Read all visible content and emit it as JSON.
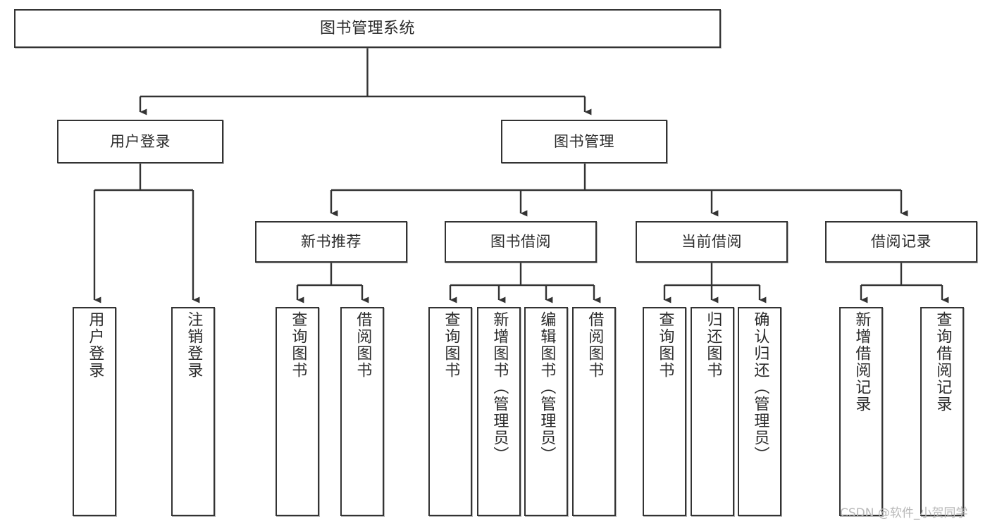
{
  "diagram": {
    "type": "tree-hierarchy",
    "title": "图书管理系统",
    "watermark": "CSDN @软件_小贺同学",
    "colors": {
      "box_border": "#333333",
      "box_fill": "#ffffff",
      "connector": "#333333",
      "text": "#2b2b2b",
      "watermark": "#b9b9b9"
    },
    "levels": {
      "level1": [
        {
          "id": "root",
          "label": "图书管理系统",
          "orientation": "horizontal"
        }
      ],
      "level2": [
        {
          "id": "user-login",
          "label": "用户登录",
          "orientation": "horizontal"
        },
        {
          "id": "book-manage",
          "label": "图书管理",
          "orientation": "horizontal"
        }
      ],
      "level3": [
        {
          "id": "new-book-rec",
          "label": "新书推荐",
          "orientation": "horizontal",
          "parent": "book-manage"
        },
        {
          "id": "book-borrow",
          "label": "图书借阅",
          "orientation": "horizontal",
          "parent": "book-manage"
        },
        {
          "id": "current-borrow",
          "label": "当前借阅",
          "orientation": "horizontal",
          "parent": "book-manage"
        },
        {
          "id": "borrow-record",
          "label": "借阅记录",
          "orientation": "horizontal",
          "parent": "book-manage"
        }
      ],
      "level4": [
        {
          "id": "leaf-user-login",
          "label": "用户登录",
          "orientation": "vertical",
          "parent": "user-login"
        },
        {
          "id": "leaf-user-logout",
          "label": "注销登录",
          "orientation": "vertical",
          "parent": "user-login"
        },
        {
          "id": "leaf-query-book-rec",
          "label": "查询图书",
          "orientation": "vertical",
          "parent": "new-book-rec"
        },
        {
          "id": "leaf-borrow-book-rec",
          "label": "借阅图书",
          "orientation": "vertical",
          "parent": "new-book-rec"
        },
        {
          "id": "leaf-query-book-bb",
          "label": "查询图书",
          "orientation": "vertical",
          "parent": "book-borrow"
        },
        {
          "id": "leaf-add-book",
          "label": "新增图书（管理员）",
          "orientation": "vertical",
          "parent": "book-borrow"
        },
        {
          "id": "leaf-edit-book",
          "label": "编辑图书（管理员）",
          "orientation": "vertical",
          "parent": "book-borrow"
        },
        {
          "id": "leaf-borrow-book-bb",
          "label": "借阅图书",
          "orientation": "vertical",
          "parent": "book-borrow"
        },
        {
          "id": "leaf-query-book-cb",
          "label": "查询图书",
          "orientation": "vertical",
          "parent": "current-borrow"
        },
        {
          "id": "leaf-return-book",
          "label": "归还图书",
          "orientation": "vertical",
          "parent": "current-borrow"
        },
        {
          "id": "leaf-confirm-return",
          "label": "确认归还（管理员）",
          "orientation": "vertical",
          "parent": "current-borrow"
        },
        {
          "id": "leaf-add-record",
          "label": "新增借阅记录",
          "orientation": "vertical",
          "parent": "borrow-record"
        },
        {
          "id": "leaf-query-record",
          "label": "查询借阅记录",
          "orientation": "vertical",
          "parent": "borrow-record"
        }
      ]
    }
  }
}
